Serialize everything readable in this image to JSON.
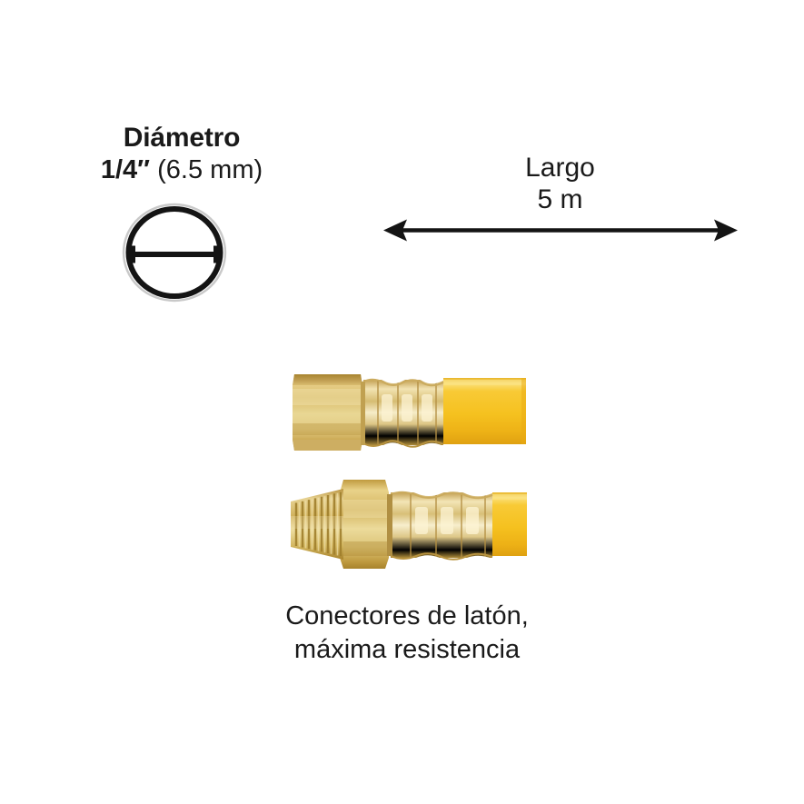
{
  "diameter": {
    "title": "Diámetro",
    "value_fraction": "1/4″",
    "value_metric": "(6.5 mm)",
    "icon": "hose-cross-section-circle"
  },
  "length": {
    "title": "Largo",
    "value": "5 m",
    "icon": "double-headed-arrow"
  },
  "product": {
    "connector_caption_line1": "Conectores de latón,",
    "connector_caption_line2": "máxima resistencia",
    "assemblies": [
      {
        "name": "female-swivel-nut-assembly",
        "fitting_type": "hex swivel nut",
        "ferrule": "crimped brass ferrule",
        "hose": "yellow gas hose"
      },
      {
        "name": "male-threaded-assembly",
        "fitting_type": "male NPT threaded nipple with hex",
        "ferrule": "crimped brass ferrule",
        "hose": "yellow gas hose"
      }
    ]
  },
  "colors": {
    "ink": "#1a1a1a",
    "background": "#ffffff",
    "brass_light": "#f0dc9a",
    "brass_mid": "#d4af54",
    "brass_dark": "#a9832f",
    "brass_shadow": "#8a6a21",
    "hose_yellow": "#f5c026",
    "hose_yellow_light": "#fbd95a",
    "hose_yellow_dark": "#e0a81a"
  }
}
